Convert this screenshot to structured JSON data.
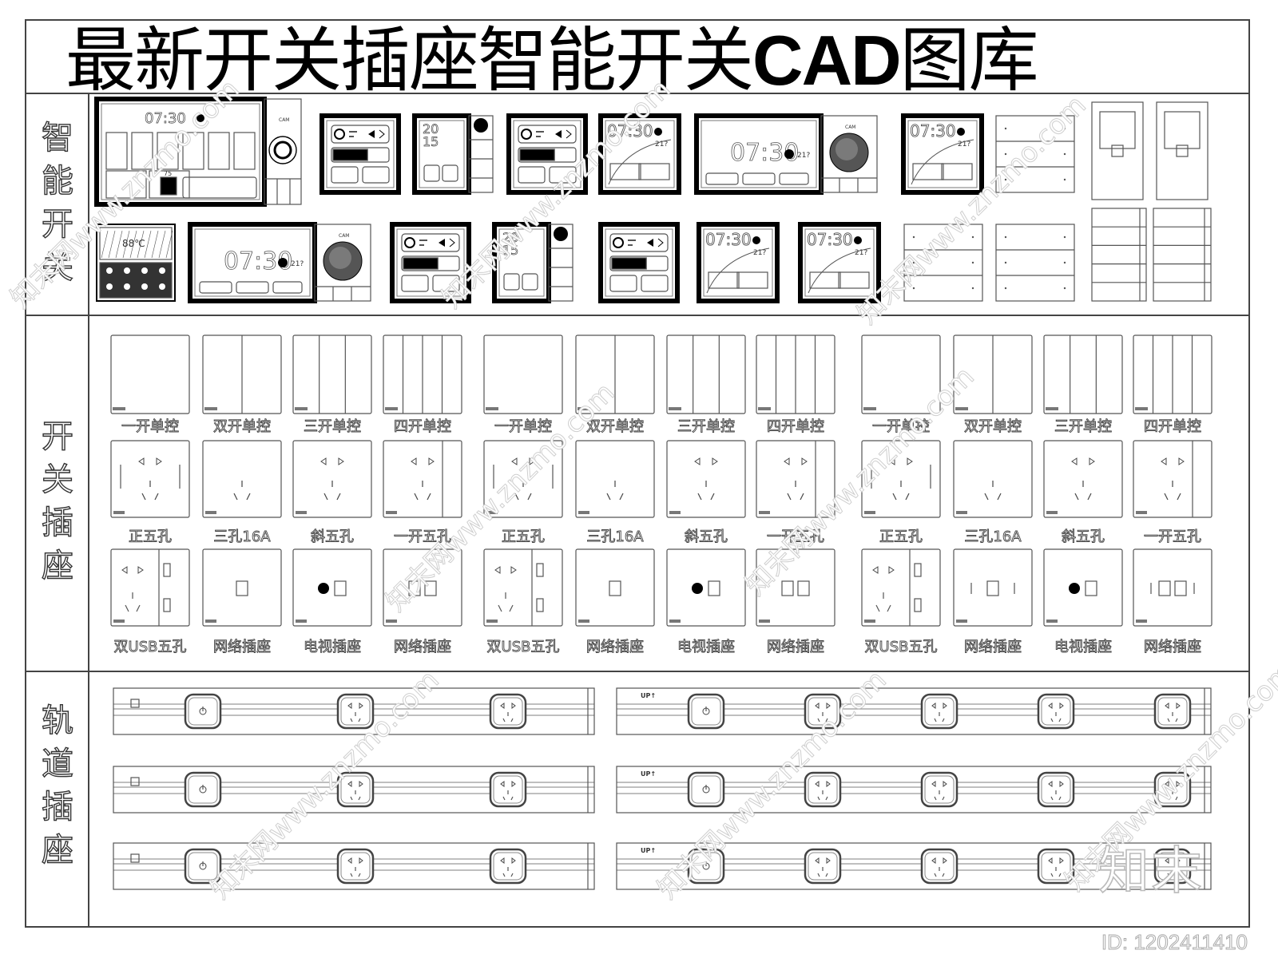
{
  "title": {
    "prefix": "最新开关插座智能开关",
    "bold": "CAD",
    "suffix": "图库"
  },
  "sections": {
    "smart": "智\n能\n开\n关",
    "socket": "开\n关\n插\n座",
    "rail": "轨\n道\n插\n座"
  },
  "panel_texts": {
    "clock": "07:30",
    "temp": "21?",
    "date_top": "20",
    "date_bottom": "15",
    "cam": "CAM",
    "level": "75",
    "thermo": "88℃",
    "up": "UP↑"
  },
  "row1_labels": [
    "一开单控",
    "双开单控",
    "三开单控",
    "四开单控",
    "一开单控",
    "双开单控",
    "三开单控",
    "四开单控",
    "一开单控",
    "双开单控",
    "三开单控",
    "四开单控"
  ],
  "row2_labels": [
    "正五孔",
    "三孔16A",
    "斜五孔",
    "一开五孔",
    "正五孔",
    "三孔16A",
    "斜五孔",
    "一开五孔",
    "正五孔",
    "三孔16A",
    "斜五孔",
    "一开五孔"
  ],
  "row3_labels": [
    "双USB五孔",
    "网络插座",
    "电视插座",
    "网络插座",
    "双USB五孔",
    "网络插座",
    "电视插座",
    "网络插座",
    "双USB五孔",
    "网络插座",
    "电视插座",
    "网络插座"
  ],
  "watermark": "知末网www.znzmo.com",
  "logo_text": "知末",
  "image_id": "ID: 1202411410"
}
